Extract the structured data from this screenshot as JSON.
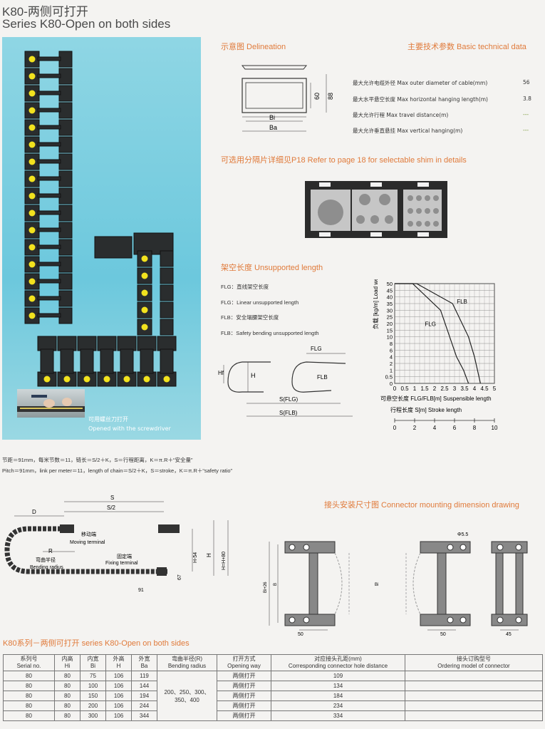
{
  "header": {
    "title_cn": "K80-两侧可打开",
    "title_en": "Series K80-Open on both sides"
  },
  "photo": {
    "caption_cn": "可用螺丝刀打开",
    "caption_en": "Opened with the screwdriver"
  },
  "delineation": {
    "title": "示意图 Delineation",
    "dim_bi": "Bi",
    "dim_ba": "Ba",
    "dim_60": "60",
    "dim_88": "88"
  },
  "tech": {
    "title": "主要技术参数 Basic technical data",
    "rows": [
      {
        "label": "最大允许电缆外径 Max outer diameter of cable(mm)",
        "value": "56"
      },
      {
        "label": "最大水平悬空长度 Max horizontal hanging length(m)",
        "value": "3.8"
      },
      {
        "label": "最大允许行程 Max travel distance(m)",
        "value": "---"
      },
      {
        "label": "最大允许垂直悬挂 Max vertical hanging(m)",
        "value": "---"
      }
    ]
  },
  "shim": {
    "title": "可选用分隔片详细见P18   Refer to page 18 for selectable shim in details"
  },
  "unsupported": {
    "title": "架空长度   Unsupported length",
    "legend": [
      "FLG：直线架空长度",
      "FLG：Linear unsupported length",
      "FLB：安全塌腰架空长度",
      "FLB：Safety bending unsupported length"
    ],
    "fig": {
      "hf": "Hf",
      "h": "H",
      "flg": "FLG",
      "flb": "FLB",
      "s_flg": "S(FLG)",
      "s_flb": "S(FLB)"
    }
  },
  "chart_data": {
    "type": "line",
    "ylabel": "负载 [kg/m] Load weight",
    "xlabel": "可悬空长度  FLG/FLB[m]  Suspensible length",
    "xlabel2": "行程长度 S[m]  Stroke length",
    "y_ticks": [
      "50",
      "45",
      "40",
      "35",
      "30",
      "25",
      "20",
      "15",
      "10",
      "8",
      "6",
      "4",
      "2",
      "1",
      "0.5",
      "0"
    ],
    "x_ticks": [
      "0",
      "0.5",
      "1",
      "1.5",
      "2",
      "2.5",
      "3",
      "3.5",
      "4",
      "4.5",
      "5"
    ],
    "x2_ticks": [
      "0",
      "2",
      "4",
      "6",
      "8",
      "10"
    ],
    "series": [
      {
        "name": "FLB",
        "x": [
          0,
          1.1,
          2.9,
          3.7,
          4.0,
          4.3
        ],
        "y": [
          50,
          50,
          35,
          10,
          4,
          0
        ]
      },
      {
        "name": "FLG",
        "x": [
          0,
          0.9,
          2.3,
          3.1,
          3.45,
          3.7
        ],
        "y": [
          50,
          50,
          30,
          4,
          1,
          0
        ]
      }
    ]
  },
  "formula": {
    "cn": "节距＝91mm，每米节数＝11，链长＝S/2＋K，S＝行程距离，K＝π.R＋“安全量”",
    "en": "Pitch＝91mm，link per meter＝11，length of chain＝S/2＋K，S＝stroke，K＝π.R＋“safety ratio”"
  },
  "install": {
    "s": "S",
    "s2": "S/2",
    "d": "D",
    "moving_cn": "移动端",
    "moving_en": "Moving terminal",
    "r": "R",
    "bending_cn": "弯曲半径",
    "bending_en": "Bending radius",
    "fixing_cn": "固定端",
    "fixing_en": "Fixing terminal",
    "h54": "H-54",
    "h": "H",
    "h_full": "H=H+80",
    "d91": "91",
    "d67": "67"
  },
  "connector": {
    "title": "接头安装尺寸图 Connector mounting dimension drawing",
    "d55": "Φ5.5",
    "bi26": "Bi+26",
    "b": "B",
    "bi": "Bi",
    "d50a": "50",
    "d50b": "50",
    "d45": "45"
  },
  "table": {
    "title": "K80系列－两侧可打开 series K80-Open on both sides",
    "headers": [
      [
        "系列号",
        "Serial no."
      ],
      [
        "内高",
        "Hi"
      ],
      [
        "内宽",
        "Bi"
      ],
      [
        "外高",
        "H"
      ],
      [
        "外宽",
        "Ba"
      ],
      [
        "弯曲半径(R)",
        "Bending radius"
      ],
      [
        "打开方式",
        "Opening way"
      ],
      [
        "对应接头孔距(mm)",
        "Corresponding connector hole distance"
      ],
      [
        "接头订购型号",
        "Ordering model of connector"
      ]
    ],
    "radius": "200、250、300、350、400",
    "rows": [
      [
        "80",
        "80",
        "75",
        "106",
        "119",
        "两侧打开",
        "109",
        ""
      ],
      [
        "80",
        "80",
        "100",
        "106",
        "144",
        "两侧打开",
        "134",
        ""
      ],
      [
        "80",
        "80",
        "150",
        "106",
        "194",
        "两侧打开",
        "184",
        ""
      ],
      [
        "80",
        "80",
        "200",
        "106",
        "244",
        "两侧打开",
        "234",
        ""
      ],
      [
        "80",
        "80",
        "300",
        "106",
        "344",
        "两侧打开",
        "334",
        ""
      ]
    ]
  }
}
